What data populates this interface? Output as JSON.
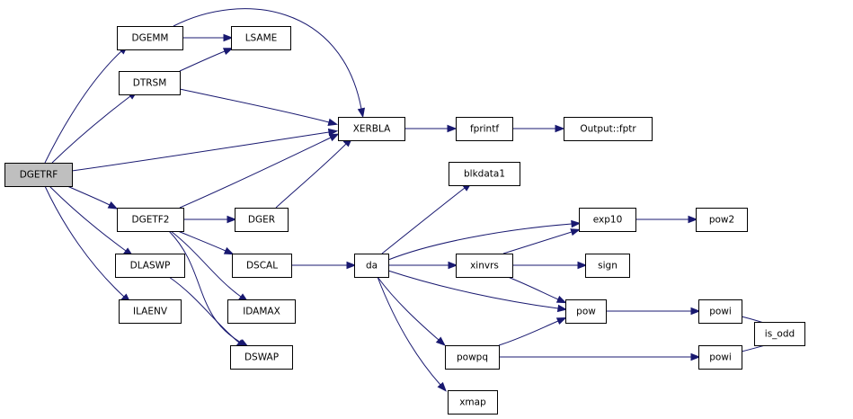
{
  "diagram": {
    "type": "call-graph",
    "colors": {
      "edge": "#191970",
      "root_fill": "#bfbfbf",
      "node_fill": "#ffffff",
      "node_border": "#000000"
    },
    "nodes": [
      {
        "id": "DGETRF",
        "label": "DGETRF",
        "root": true
      },
      {
        "id": "DGEMM",
        "label": "DGEMM"
      },
      {
        "id": "LSAME",
        "label": "LSAME"
      },
      {
        "id": "DTRSM",
        "label": "DTRSM"
      },
      {
        "id": "XERBLA",
        "label": "XERBLA"
      },
      {
        "id": "fprintf",
        "label": "fprintf"
      },
      {
        "id": "Output_fptr",
        "label": "Output::fptr"
      },
      {
        "id": "DGETF2",
        "label": "DGETF2"
      },
      {
        "id": "DGER",
        "label": "DGER"
      },
      {
        "id": "DLASWP",
        "label": "DLASWP"
      },
      {
        "id": "DSCAL",
        "label": "DSCAL"
      },
      {
        "id": "ILAENV",
        "label": "ILAENV"
      },
      {
        "id": "IDAMAX",
        "label": "IDAMAX"
      },
      {
        "id": "DSWAP",
        "label": "DSWAP"
      },
      {
        "id": "blkdata1",
        "label": "blkdata1"
      },
      {
        "id": "da",
        "label": "da"
      },
      {
        "id": "exp10",
        "label": "exp10"
      },
      {
        "id": "pow2",
        "label": "pow2"
      },
      {
        "id": "xinvrs",
        "label": "xinvrs"
      },
      {
        "id": "sign",
        "label": "sign"
      },
      {
        "id": "pow",
        "label": "pow"
      },
      {
        "id": "powi_1",
        "label": "powi"
      },
      {
        "id": "is_odd",
        "label": "is_odd"
      },
      {
        "id": "powpq",
        "label": "powpq"
      },
      {
        "id": "powi_2",
        "label": "powi"
      },
      {
        "id": "xmap",
        "label": "xmap"
      }
    ],
    "edges": [
      {
        "from": "DGETRF",
        "to": "DGEMM"
      },
      {
        "from": "DGETRF",
        "to": "DTRSM"
      },
      {
        "from": "DGETRF",
        "to": "XERBLA"
      },
      {
        "from": "DGETRF",
        "to": "DGETF2"
      },
      {
        "from": "DGETRF",
        "to": "DLASWP"
      },
      {
        "from": "DGETRF",
        "to": "ILAENV"
      },
      {
        "from": "DGEMM",
        "to": "LSAME"
      },
      {
        "from": "DGEMM",
        "to": "XERBLA"
      },
      {
        "from": "DTRSM",
        "to": "LSAME"
      },
      {
        "from": "DTRSM",
        "to": "XERBLA"
      },
      {
        "from": "XERBLA",
        "to": "fprintf"
      },
      {
        "from": "fprintf",
        "to": "Output_fptr"
      },
      {
        "from": "DGETF2",
        "to": "XERBLA"
      },
      {
        "from": "DGETF2",
        "to": "DGER"
      },
      {
        "from": "DGETF2",
        "to": "DSCAL"
      },
      {
        "from": "DGETF2",
        "to": "IDAMAX"
      },
      {
        "from": "DGETF2",
        "to": "DSWAP"
      },
      {
        "from": "DGER",
        "to": "XERBLA"
      },
      {
        "from": "DLASWP",
        "to": "DSWAP"
      },
      {
        "from": "DSCAL",
        "to": "da"
      },
      {
        "from": "da",
        "to": "blkdata1"
      },
      {
        "from": "da",
        "to": "exp10"
      },
      {
        "from": "da",
        "to": "xinvrs"
      },
      {
        "from": "da",
        "to": "pow"
      },
      {
        "from": "da",
        "to": "powpq"
      },
      {
        "from": "da",
        "to": "xmap"
      },
      {
        "from": "exp10",
        "to": "pow2"
      },
      {
        "from": "xinvrs",
        "to": "exp10"
      },
      {
        "from": "xinvrs",
        "to": "sign"
      },
      {
        "from": "xinvrs",
        "to": "pow"
      },
      {
        "from": "pow",
        "to": "powi_1"
      },
      {
        "from": "powi_1",
        "to": "is_odd"
      },
      {
        "from": "powpq",
        "to": "pow"
      },
      {
        "from": "powpq",
        "to": "powi_2"
      },
      {
        "from": "powi_2",
        "to": "is_odd"
      }
    ]
  }
}
